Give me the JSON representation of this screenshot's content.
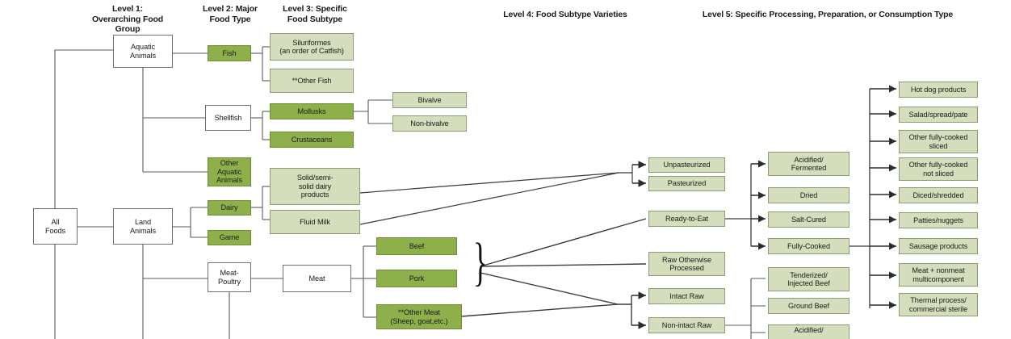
{
  "diagram": {
    "title": "Food classification hierarchy",
    "colors": {
      "dark_green": "#8db04b",
      "light_green": "#d4debd",
      "white": "#ffffff",
      "line": "#4a4a4a",
      "border": "#7a7a7a"
    },
    "headers": [
      {
        "id": "level1",
        "label": "Level 1:\nOverarching Food\nGroup"
      },
      {
        "id": "level2",
        "label": "Level 2: Major\nFood Type"
      },
      {
        "id": "level3",
        "label": "Level 3: Specific\nFood Subtype"
      },
      {
        "id": "level4",
        "label": "Level 4: Food Subtype Varieties"
      },
      {
        "id": "level5",
        "label": "Level 5: Specific Processing, Preparation, or Consumption Type"
      }
    ],
    "nodes": {
      "all_foods": {
        "label": "All\nFoods",
        "level": 0,
        "style": "white"
      },
      "aquatic_animals": {
        "label": "Aquatic\nAnimals",
        "level": 1,
        "style": "white"
      },
      "land_animals": {
        "label": "Land\nAnimals",
        "level": 1,
        "style": "white"
      },
      "fish": {
        "label": "Fish",
        "level": 2,
        "style": "dark"
      },
      "shellfish": {
        "label": "Shellfish",
        "level": 2,
        "style": "white"
      },
      "other_aquatic": {
        "label": "Other\nAquatic\nAnimals",
        "level": 2,
        "style": "dark"
      },
      "dairy": {
        "label": "Dairy",
        "level": 2,
        "style": "dark"
      },
      "game": {
        "label": "Game",
        "level": 2,
        "style": "dark"
      },
      "meat_poultry": {
        "label": "Meat-\nPoultry",
        "level": 2,
        "style": "white"
      },
      "siluriformes": {
        "label": "Siluriformes\n(an order of Catfish)",
        "level": 3,
        "style": "light"
      },
      "other_fish": {
        "label": "**Other Fish",
        "level": 3,
        "style": "light"
      },
      "mollusks": {
        "label": "Mollusks",
        "level": 3,
        "style": "dark"
      },
      "crustaceans": {
        "label": "Crustaceans",
        "level": 3,
        "style": "dark"
      },
      "solid_dairy": {
        "label": "Solid/semi-\nsolid dairy\nproducts",
        "level": 3,
        "style": "light"
      },
      "fluid_milk": {
        "label": "Fluid Milk",
        "level": 3,
        "style": "light"
      },
      "meat": {
        "label": "Meat",
        "level": 3,
        "style": "white"
      },
      "bivalve": {
        "label": "Bivalve",
        "level": 4,
        "style": "light"
      },
      "non_bivalve": {
        "label": "Non-bivalve",
        "level": 4,
        "style": "light"
      },
      "beef": {
        "label": "Beef",
        "level": 4,
        "style": "dark"
      },
      "pork": {
        "label": "Pork",
        "level": 4,
        "style": "dark"
      },
      "other_meat": {
        "label": "**Other Meat\n(Sheep, goat,etc.)",
        "level": 4,
        "style": "dark"
      },
      "unpasteurized": {
        "label": "Unpasteurized",
        "level": 4,
        "style": "light"
      },
      "pasteurized": {
        "label": "Pasteurized",
        "level": 4,
        "style": "light"
      },
      "ready_to_eat": {
        "label": "Ready-to-Eat",
        "level": 4,
        "style": "light"
      },
      "raw_otherwise": {
        "label": "Raw Otherwise\nProcessed",
        "level": 4,
        "style": "light"
      },
      "intact_raw": {
        "label": "Intact Raw",
        "level": 4,
        "style": "light"
      },
      "non_intact_raw": {
        "label": "Non-intact Raw",
        "level": 4,
        "style": "light"
      },
      "acidified_ferm": {
        "label": "Acidified/\nFermented",
        "level": 5,
        "style": "light"
      },
      "dried": {
        "label": "Dried",
        "level": 5,
        "style": "light"
      },
      "salt_cured": {
        "label": "Salt-Cured",
        "level": 5,
        "style": "light"
      },
      "fully_cooked": {
        "label": "Fully-Cooked",
        "level": 5,
        "style": "light"
      },
      "tenderized_beef": {
        "label": "Tenderized/\nInjected Beef",
        "level": 5,
        "style": "light"
      },
      "ground_beef": {
        "label": "Ground Beef",
        "level": 5,
        "style": "light"
      },
      "acidified_bottom": {
        "label": "Acidified/",
        "level": 5,
        "style": "light"
      },
      "hot_dog": {
        "label": "Hot dog products",
        "level": 6,
        "style": "light"
      },
      "salad_spread": {
        "label": "Salad/spread/pate",
        "level": 6,
        "style": "light"
      },
      "fully_cooked_sliced": {
        "label": "Other fully-cooked\nsliced",
        "level": 6,
        "style": "light"
      },
      "fully_cooked_not_sliced": {
        "label": "Other fully-cooked\nnot sliced",
        "level": 6,
        "style": "light"
      },
      "diced_shredded": {
        "label": "Diced/shredded",
        "level": 6,
        "style": "light"
      },
      "patties_nuggets": {
        "label": "Patties/nuggets",
        "level": 6,
        "style": "light"
      },
      "sausage": {
        "label": "Sausage products",
        "level": 6,
        "style": "light"
      },
      "meat_nonmeat": {
        "label": "Meat + nonmeat\nmulticomponent",
        "level": 6,
        "style": "light"
      },
      "thermal_process": {
        "label": "Thermal process/\ncommercial sterile",
        "level": 6,
        "style": "light"
      }
    }
  }
}
